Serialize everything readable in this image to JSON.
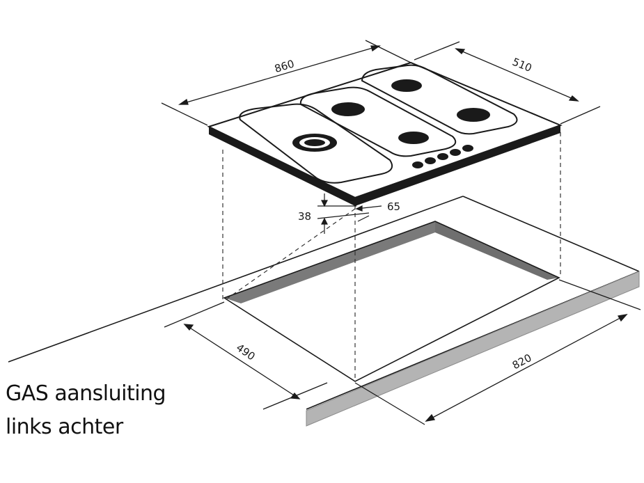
{
  "dimensions": {
    "hob_width": "860",
    "hob_depth": "510",
    "hob_height": "38",
    "offset": "65",
    "cutout_depth": "490",
    "cutout_width": "820"
  },
  "note": {
    "line1": "GAS aansluiting",
    "line2": "links achter"
  },
  "colors": {
    "line": "#1a1a1a",
    "counter_edge": "#9a9a9a",
    "cutout_wall": "#6f6f6f"
  }
}
